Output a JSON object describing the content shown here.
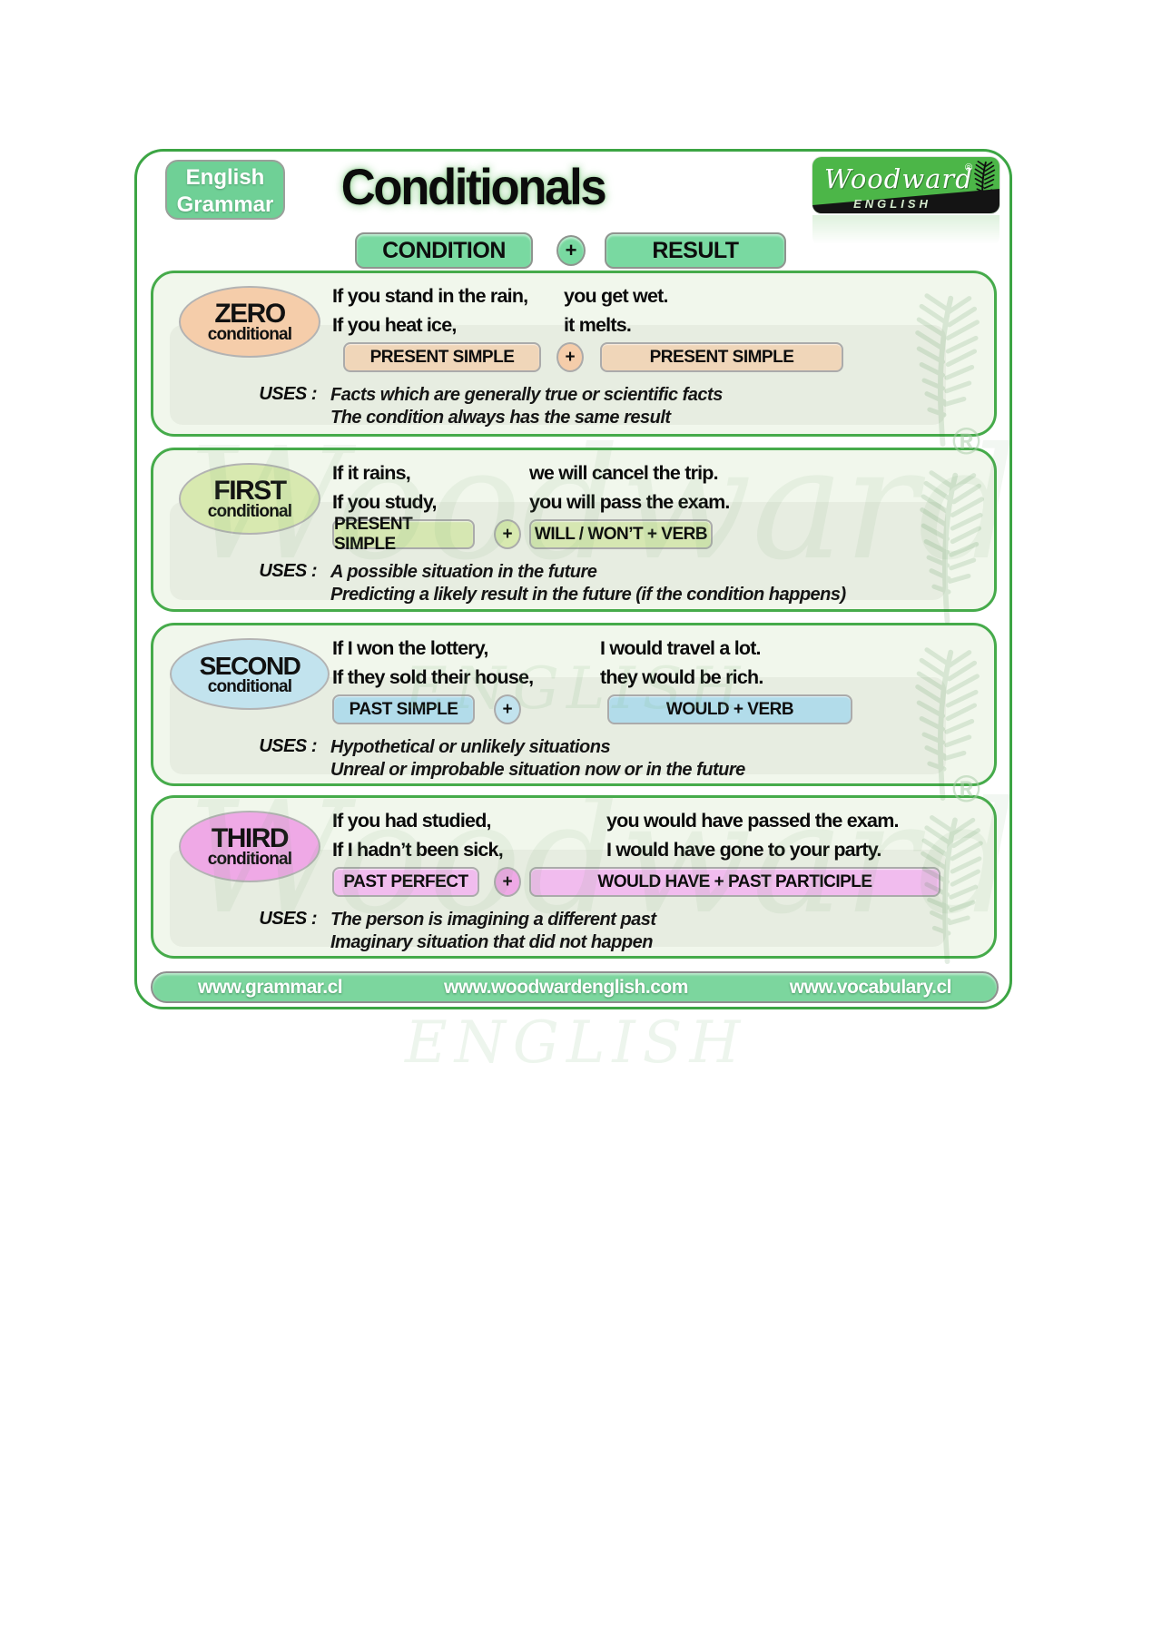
{
  "colors": {
    "border_green": "#3ca544",
    "panel_bg": "#f1f7ec",
    "header_chip": "#79d9a1",
    "badge_green": "#6fd096",
    "footer_green": "#7cd69e",
    "logo_green": "#4cb648"
  },
  "header": {
    "badge": [
      "English",
      "Grammar"
    ],
    "title": "Conditionals",
    "logo": {
      "brand": "Woodward",
      "registered": "®",
      "sub": "ENGLISH"
    }
  },
  "equation": {
    "condition": "CONDITION",
    "plus": "+",
    "result": "RESULT"
  },
  "uses_label": "USES :",
  "watermark": {
    "brand": "Woodward",
    "english": "ENGLISH",
    "registered": "®"
  },
  "sections": [
    {
      "name": "ZERO",
      "sub": "conditional",
      "theme": {
        "oval": "#f5cdaa",
        "chip": "#f0d6b9"
      },
      "rows": [
        {
          "condition": "If you stand in the rain,",
          "result": "you get wet."
        },
        {
          "condition": "If you heat ice,",
          "result": "it melts."
        }
      ],
      "plus": "+",
      "condition_tense": "PRESENT SIMPLE",
      "result_tense": "PRESENT SIMPLE",
      "uses": [
        "Facts which are generally true or scientific facts",
        "The condition always has the same result"
      ]
    },
    {
      "name": "FIRST",
      "sub": "conditional",
      "theme": {
        "oval": "#d8e9b0",
        "chip": "#d6e7b2"
      },
      "rows": [
        {
          "condition": "If it rains,",
          "result": "we will cancel the trip."
        },
        {
          "condition": "If you study,",
          "result": "you will pass the exam."
        }
      ],
      "plus": "+",
      "condition_tense": "PRESENT SIMPLE",
      "result_tense": "WILL / WON’T + VERB",
      "uses": [
        "A possible situation in the future",
        "Predicting a likely result in the future (if the condition happens)"
      ]
    },
    {
      "name": "SECOND",
      "sub": "conditional",
      "theme": {
        "oval": "#c2e3ee",
        "chip": "#b2dcea"
      },
      "rows": [
        {
          "condition": "If I won the lottery,",
          "result": "I would travel a lot."
        },
        {
          "condition": "If they sold their house,",
          "result": "they would be rich."
        }
      ],
      "plus": "+",
      "condition_tense": "PAST SIMPLE",
      "result_tense": "WOULD + VERB",
      "uses": [
        "Hypothetical or unlikely situations",
        "Unreal or improbable situation now or in the future"
      ]
    },
    {
      "name": "THIRD",
      "sub": "conditional",
      "theme": {
        "oval": "#efa9e6",
        "chip": "#f1bcee"
      },
      "rows": [
        {
          "condition": "If you had studied,",
          "result": "you would have passed the exam."
        },
        {
          "condition": "If I hadn’t been sick,",
          "result": "I would have gone to your party."
        }
      ],
      "plus": "+",
      "condition_tense": "PAST PERFECT",
      "result_tense": "WOULD HAVE + PAST PARTICIPLE",
      "uses": [
        "The person is imagining a different past",
        "Imaginary situation that did not happen"
      ]
    }
  ],
  "footer": {
    "links": [
      "www.grammar.cl",
      "www.woodwardenglish.com",
      "www.vocabulary.cl"
    ]
  }
}
